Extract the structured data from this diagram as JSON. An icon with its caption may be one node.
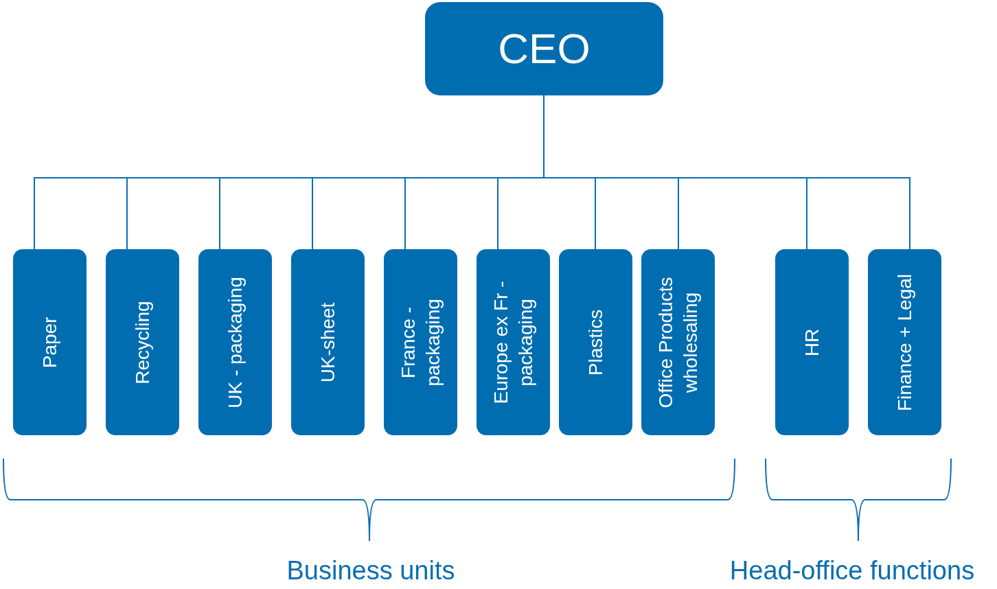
{
  "diagram": {
    "nodes": [
      {
        "text": [
          "CEO"
        ]
      },
      {
        "text": [
          "Paper"
        ]
      },
      {
        "text": [
          "Recycling"
        ]
      },
      {
        "text": [
          "UK - packaging"
        ]
      },
      {
        "text": [
          "UK-sheet"
        ]
      },
      {
        "text": [
          "France - packaging"
        ]
      },
      {
        "text": [
          "Europe ex Fr - packaging"
        ]
      },
      {
        "text": [
          "Plastics"
        ]
      },
      {
        "text": [
          "Office Products wholesaling"
        ]
      },
      {
        "text": [
          "HR"
        ]
      },
      {
        "text": [
          "Finance + Legal"
        ]
      }
    ],
    "edges": [
      {
        "from": 0,
        "to": 1,
        "arrow": "none"
      },
      {
        "from": 0,
        "to": 2,
        "arrow": "none"
      },
      {
        "from": 0,
        "to": 3,
        "arrow": "none"
      },
      {
        "from": 0,
        "to": 4,
        "arrow": "none"
      },
      {
        "from": 0,
        "to": 5,
        "arrow": "none"
      },
      {
        "from": 0,
        "to": 6,
        "arrow": "none"
      },
      {
        "from": 0,
        "to": 7,
        "arrow": "none"
      },
      {
        "from": 0,
        "to": 8,
        "arrow": "none"
      },
      {
        "from": 0,
        "to": 9,
        "arrow": "none"
      },
      {
        "from": 0,
        "to": 10,
        "arrow": "none"
      }
    ],
    "labels": [
      "Business units",
      "Head-office functions"
    ]
  }
}
